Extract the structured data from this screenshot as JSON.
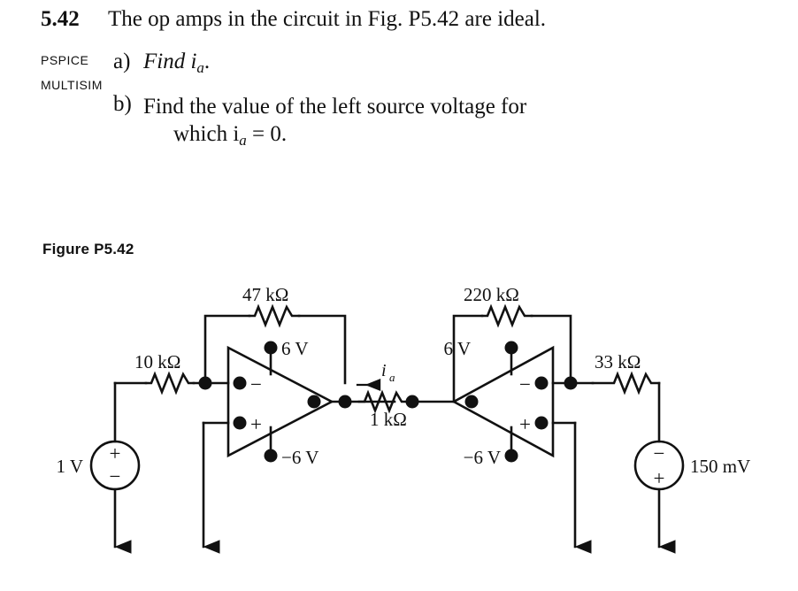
{
  "problem": {
    "number": "5.42",
    "stem": "The op amps in the circuit in Fig. P5.42 are ideal.",
    "pspice_tag": "PSPICE",
    "multisim_tag": "MULTISIM",
    "item_a_marker": "a)",
    "item_a_text": "Find i",
    "item_a_sub": "a",
    "item_a_period": ".",
    "item_b_marker": "b)",
    "item_b_text": "Find the value of the left source voltage for",
    "item_b_text2_pre": "which i",
    "item_b_sub": "a",
    "item_b_text2_post": " = 0."
  },
  "figure": {
    "caption": "Figure P5.42",
    "labels": {
      "r_feedback_left": "47 kΩ",
      "r_input_left": "10 kΩ",
      "r_feedback_right": "220 kΩ",
      "r_output_right": "33 kΩ",
      "r_middle": "1 kΩ",
      "source_left": "1 V",
      "source_right": "150 mV",
      "rail_pos_left": "6 V",
      "rail_neg_left": "−6 V",
      "rail_pos_right": "6 V",
      "rail_neg_right": "−6 V",
      "current_symbol": "i",
      "current_subscript": "a",
      "opamp_left_minus": "−",
      "opamp_left_plus": "+",
      "opamp_right_minus": "−",
      "opamp_right_plus": "+",
      "source_left_plus": "+",
      "source_left_minus": "−",
      "source_right_minus": "−",
      "source_right_plus": "+"
    },
    "colors": {
      "ink": "#111111",
      "paper": "#ffffff"
    }
  }
}
